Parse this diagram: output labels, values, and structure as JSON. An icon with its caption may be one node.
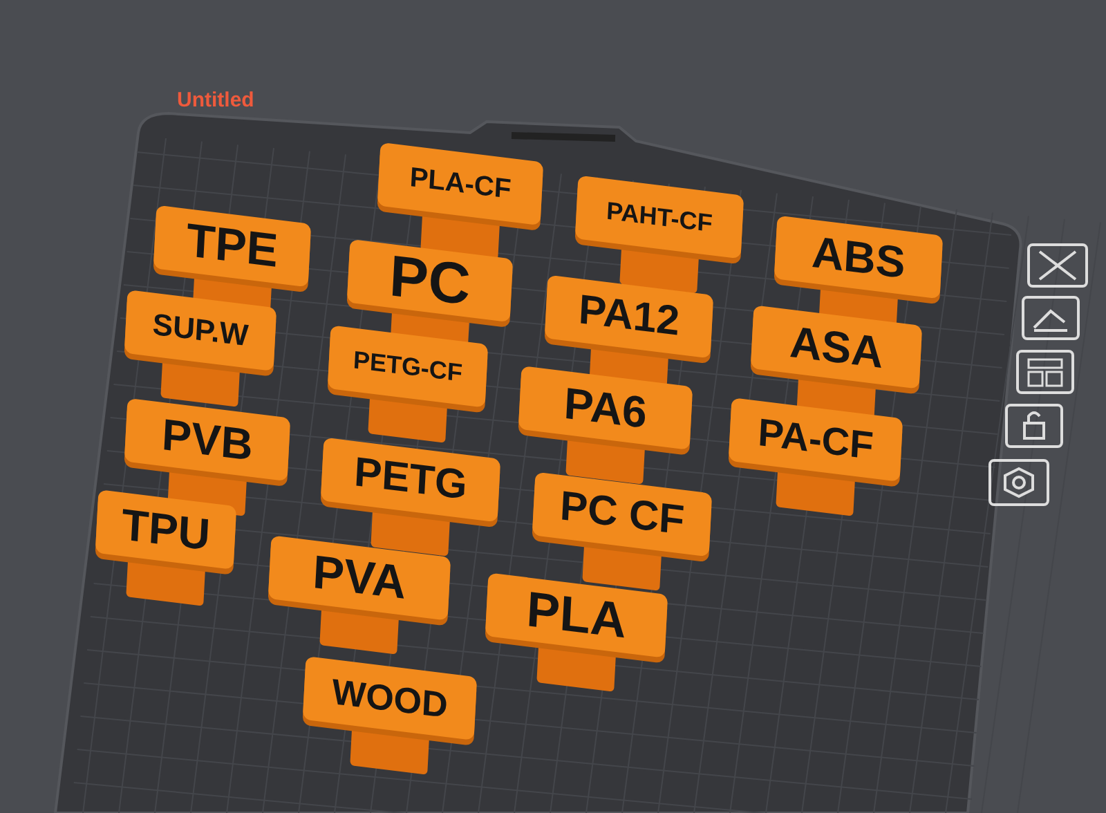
{
  "diagram": {
    "labels": [
      "Untitled",
      "PLA-CF",
      "PAHT-CF",
      "TPE",
      "ABS",
      "PC",
      "PA12",
      "SUP.W",
      "ASA",
      "PETG-CF",
      "PA6",
      "PVB",
      "PA-CF",
      "PETG",
      "PC CF",
      "TPU",
      "PVA",
      "PLA",
      "WOOD"
    ]
  }
}
